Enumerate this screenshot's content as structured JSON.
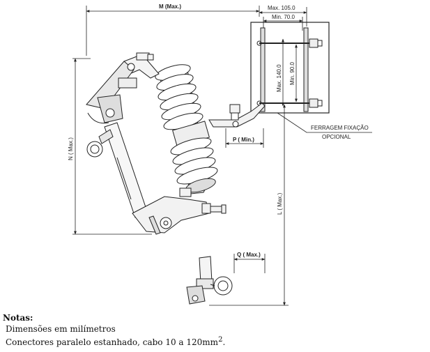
{
  "dimensions": {
    "m_max": "M (Max.)",
    "max_105": "Max. 105.0",
    "min_70": "Min. 70.0",
    "max_140": "Max. 140.0",
    "min_90": "Min. 90.0",
    "n_max": "N ( Max.)",
    "p_min": "P ( Min.)",
    "l_max": "L ( Max.)",
    "q_max": "Q ( Max.)"
  },
  "callout": {
    "line1": "FERRAGEM FIXAÇÃO",
    "line2": "OPCIONAL"
  },
  "notes": {
    "title": "Notas:",
    "line1": "Dimensões em milímetros",
    "line2": "Conectores paralelo estanhado, cabo 10 a 120mm",
    "line2_sup": "2",
    "line2_end": "."
  }
}
